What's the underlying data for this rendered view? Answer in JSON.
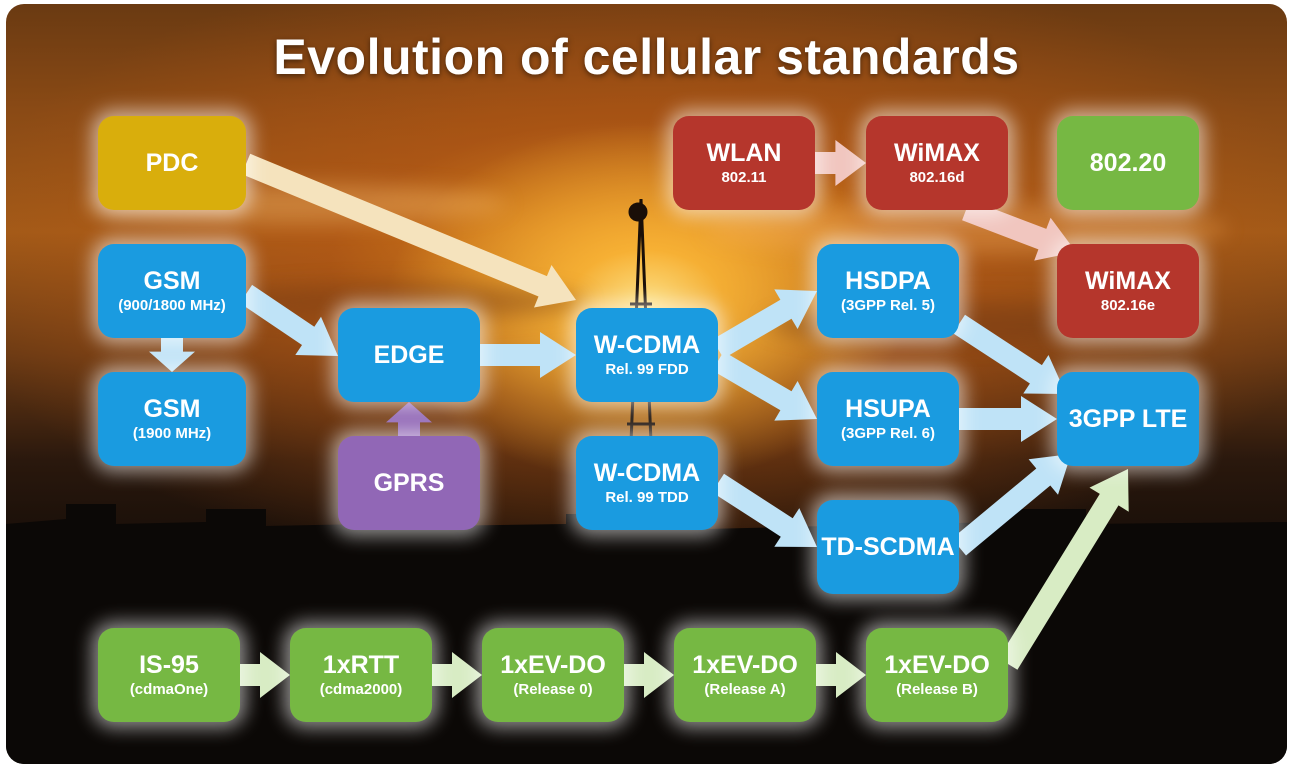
{
  "title": "Evolution of cellular standards",
  "colors": {
    "blue": "#1a9be0",
    "green": "#76b843",
    "red": "#b5362c",
    "gold": "#d9ae0c",
    "purple": "#9167b6",
    "arrow_blue": "#bfe3f7",
    "arrow_green": "#d8ecc4",
    "arrow_pink": "#f1c6bf",
    "arrow_cream": "#f5e3bd"
  },
  "nodes": {
    "pdc": {
      "label": "PDC",
      "sub": ""
    },
    "gsm900": {
      "label": "GSM",
      "sub": "(900/1800 MHz)"
    },
    "gsm1900": {
      "label": "GSM",
      "sub": "(1900 MHz)"
    },
    "edge": {
      "label": "EDGE",
      "sub": ""
    },
    "gprs": {
      "label": "GPRS",
      "sub": ""
    },
    "wcdma_fdd": {
      "label": "W-CDMA",
      "sub": "Rel. 99 FDD"
    },
    "wcdma_tdd": {
      "label": "W-CDMA",
      "sub": "Rel. 99 TDD"
    },
    "wlan": {
      "label": "WLAN",
      "sub": "802.11"
    },
    "wimax_d": {
      "label": "WiMAX",
      "sub": "802.16d"
    },
    "ieee_80220": {
      "label": "802.20",
      "sub": ""
    },
    "hsdpa": {
      "label": "HSDPA",
      "sub": "(3GPP Rel. 5)"
    },
    "hsupa": {
      "label": "HSUPA",
      "sub": "(3GPP Rel. 6)"
    },
    "td_scdma": {
      "label": "TD-SCDMA",
      "sub": ""
    },
    "wimax_e": {
      "label": "WiMAX",
      "sub": "802.16e"
    },
    "lte": {
      "label": "3GPP LTE",
      "sub": ""
    },
    "is95": {
      "label": "IS-95",
      "sub": "(cdmaOne)"
    },
    "rtt": {
      "label": "1xRTT",
      "sub": "(cdma2000)"
    },
    "evdo0": {
      "label": "1xEV-DO",
      "sub": "(Release 0)"
    },
    "evdoA": {
      "label": "1xEV-DO",
      "sub": "(Release A)"
    },
    "evdoB": {
      "label": "1xEV-DO",
      "sub": "(Release B)"
    }
  },
  "edges": [
    {
      "from": "pdc",
      "to": "wcdma_fdd",
      "color": "arrow_cream"
    },
    {
      "from": "gsm900",
      "to": "gsm1900",
      "color": "arrow_blue"
    },
    {
      "from": "gsm900",
      "to": "edge",
      "color": "arrow_blue"
    },
    {
      "from": "gprs",
      "to": "edge",
      "color": "purple"
    },
    {
      "from": "edge",
      "to": "wcdma_fdd",
      "color": "arrow_blue"
    },
    {
      "from": "wcdma_fdd",
      "to": "hsdpa",
      "color": "arrow_blue"
    },
    {
      "from": "wcdma_fdd",
      "to": "hsupa",
      "color": "arrow_blue"
    },
    {
      "from": "wcdma_tdd",
      "to": "td_scdma",
      "color": "arrow_blue"
    },
    {
      "from": "wlan",
      "to": "wimax_d",
      "color": "arrow_pink"
    },
    {
      "from": "wimax_d",
      "to": "wimax_e",
      "color": "arrow_pink"
    },
    {
      "from": "hsdpa",
      "to": "lte",
      "color": "arrow_blue"
    },
    {
      "from": "hsupa",
      "to": "lte",
      "color": "arrow_blue"
    },
    {
      "from": "td_scdma",
      "to": "lte",
      "color": "arrow_blue"
    },
    {
      "from": "is95",
      "to": "rtt",
      "color": "arrow_green"
    },
    {
      "from": "rtt",
      "to": "evdo0",
      "color": "arrow_green"
    },
    {
      "from": "evdo0",
      "to": "evdoA",
      "color": "arrow_green"
    },
    {
      "from": "evdoA",
      "to": "evdoB",
      "color": "arrow_green"
    },
    {
      "from": "evdoB",
      "to": "lte",
      "color": "arrow_green"
    }
  ]
}
